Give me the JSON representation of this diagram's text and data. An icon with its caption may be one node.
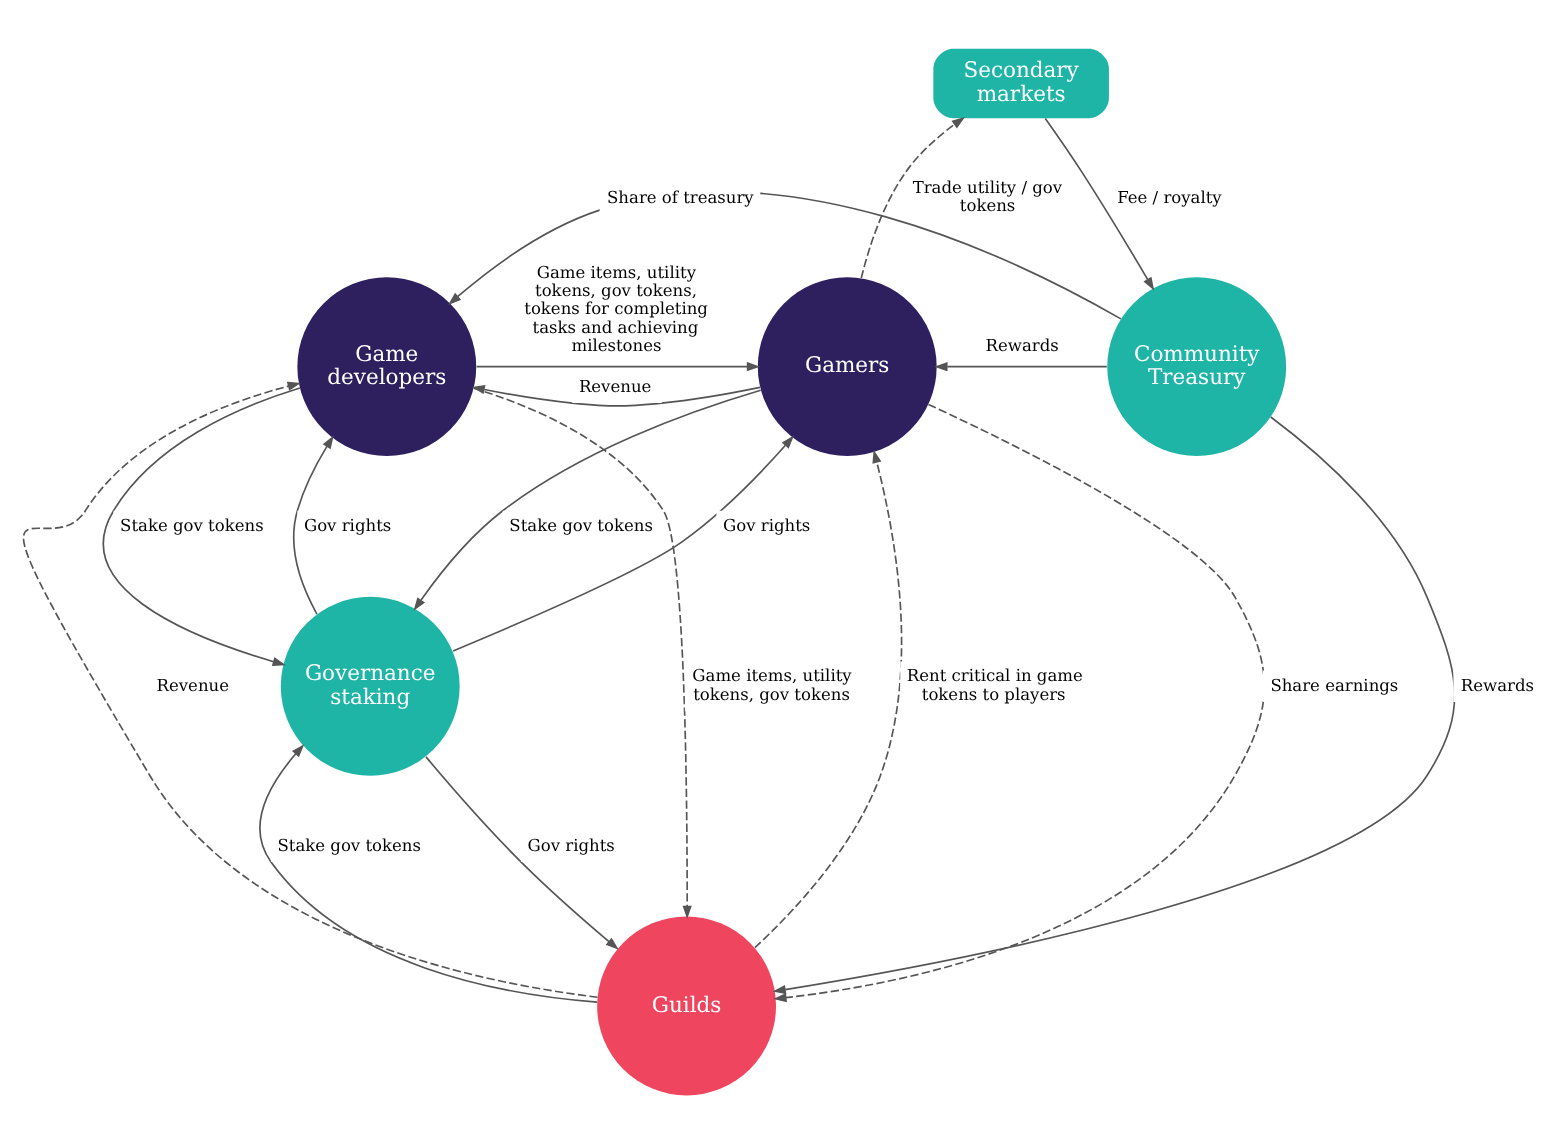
{
  "diagram": {
    "nodes": [
      {
        "text": [
          "Secondary markets"
        ]
      },
      {
        "text": [
          "Game developers"
        ]
      },
      {
        "text": [
          "Gamers"
        ]
      },
      {
        "text": [
          "Community Treasury"
        ]
      },
      {
        "text": [
          "Governance staking"
        ]
      },
      {
        "text": [
          "Guilds"
        ]
      }
    ],
    "edges": [
      {
        "from": 3,
        "to": 1,
        "arrow": "to",
        "label": "Share of treasury"
      },
      {
        "from": 0,
        "to": 3,
        "arrow": "to",
        "label": "Fee / royalty"
      },
      {
        "from": 2,
        "to": 0,
        "arrow": "to",
        "label": "Trade utility / gov tokens",
        "style": "dashed"
      },
      {
        "from": 1,
        "to": 2,
        "arrow": "to",
        "label": "Game items, utility tokens, gov tokens, tokens for completing tasks and achieving milestones"
      },
      {
        "from": 2,
        "to": 1,
        "arrow": "to",
        "label": "Revenue"
      },
      {
        "from": 3,
        "to": 2,
        "arrow": "to",
        "label": "Rewards"
      },
      {
        "from": 4,
        "to": 1,
        "arrow": "to",
        "label": "Gov rights"
      },
      {
        "from": 4,
        "to": 2,
        "arrow": "to",
        "label": "Gov rights"
      },
      {
        "from": 1,
        "to": 4,
        "arrow": "to",
        "label": "Stake gov tokens"
      },
      {
        "from": 2,
        "to": 4,
        "arrow": "to",
        "label": "Stake gov tokens"
      },
      {
        "from": 5,
        "to": 4,
        "arrow": "to",
        "label": "Stake gov tokens"
      },
      {
        "from": 4,
        "to": 5,
        "arrow": "to",
        "label": "Gov rights"
      },
      {
        "from": 1,
        "to": 5,
        "arrow": "to",
        "label": "Game items, utility tokens, gov tokens",
        "style": "dashed"
      },
      {
        "from": 5,
        "to": 1,
        "arrow": "to",
        "label": "Revenue",
        "style": "dashed"
      },
      {
        "from": 2,
        "to": 5,
        "arrow": "to",
        "label": "Share earnings",
        "style": "dashed"
      },
      {
        "from": 5,
        "to": 2,
        "arrow": "to",
        "label": "Rent critical in game tokens to players",
        "style": "dashed"
      },
      {
        "from": 3,
        "to": 5,
        "arrow": "to",
        "label": "Rewards"
      }
    ]
  }
}
